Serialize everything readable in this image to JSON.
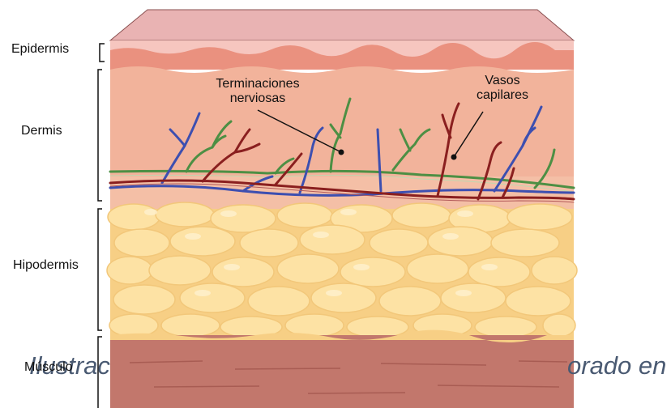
{
  "layers": {
    "epidermis": "Epidermis",
    "dermis": "Dermis",
    "hipodermis": "Hipodermis",
    "musculo": "Músculo"
  },
  "callouts": {
    "nerve_line1": "Terminaciones",
    "nerve_line2": "nerviosas",
    "vessel_line1": "Vasos",
    "vessel_line2": "capilares"
  },
  "caption": {
    "left": "Ilustrac",
    "right": "orado en"
  },
  "colors": {
    "epidermis_top": "#e8b0b2",
    "epidermis_band": "#e98f7f",
    "dermis": "#f2b39b",
    "fat": "#fbd890",
    "fat_light": "#ffe6ad",
    "muscle": "#c2776c",
    "nerve": "#4d8f44",
    "vein": "#3d4fb0",
    "artery": "#8a1f1f",
    "caption": "#4a5a72"
  }
}
